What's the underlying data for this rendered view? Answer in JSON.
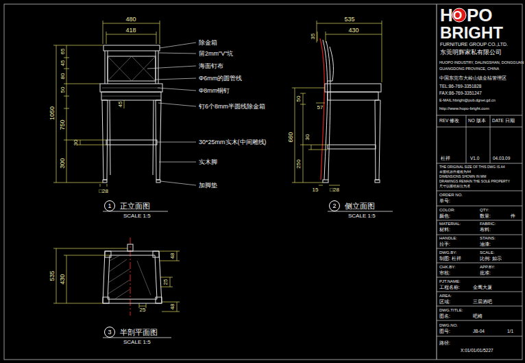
{
  "diagram": {
    "nodes": [
      {
        "text": [
          "1"
        ]
      },
      {
        "text": [
          "2"
        ]
      },
      {
        "text": [
          "3"
        ]
      }
    ],
    "labels": [
      "480",
      "418",
      "65",
      "45",
      "80",
      "50",
      "1050",
      "750",
      "300",
      "30",
      "45",
      "□28",
      "除金箱",
      "留2mm\"V\"坑",
      "海面钉布",
      "Φ6mm的圆管线",
      "Φ8mm铜钉",
      "钉6个8mm半圆线除金箱",
      "30*25mm实木(中间雕线)",
      "实木脚",
      "加脚垫",
      "正立面图",
      "SCALE 1:5",
      "535",
      "430",
      "35",
      "50",
      "57",
      "660",
      "250",
      "30",
      "15",
      "□28",
      "侧立面图",
      "SCALE 1:5",
      "535",
      "430",
      "48",
      "25",
      "25",
      "48",
      "半剖平面图",
      "SCALE 1:5",
      "H",
      "O",
      "PO",
      "BRIGHT",
      "FURNITURE GROUP CO.,LTD.",
      "东莞明辉家私有限公司",
      "HUOPO INDUSTRY, DALINGSHAN, DONGGUAN",
      "GUANGDONG PROVINCE, CHINA",
      "中国东莞市大岭山镇金桔管理区",
      "TEL:86-769-3351828",
      "FAX:86-769-3351247",
      "E-MAIL:hbright@pub.dgnet.gd.cn",
      "http://www.hopo-bright.com",
      "REV 修改",
      "NO 版本",
      "DATE 日期",
      "杜祥",
      "V1.0",
      "04.03.09",
      "THE ORIGINAL SIZE OF THIS DWG IS A4",
      "本图纸原件规格为A4",
      "DIMENSIONS SHOWN IN MM",
      "DRAWINGS REMAIN THE SOLE PROPERTY",
      "尺寸以图纸标注为准",
      "ORDER NO.",
      "单号:",
      "COLOR:",
      "QTY:",
      "颜色:",
      "数量:",
      "件",
      "MATERIAL:",
      "FABRIC:",
      "材料:",
      "布料:",
      "HANDLE:",
      "STAINS:",
      "拉手:",
      "油漆:",
      "DWG.BY:",
      "SCALE:",
      "制图: 杜祥",
      "比例: 如示",
      "CHK.BY:",
      "APP.BY:",
      "审核:",
      "批准:",
      "PJT.NAME:",
      "工程名称:",
      "金鹰大厦",
      "AREA:",
      "区域:",
      "三层酒吧",
      "DWG.TITLE:",
      "图名:",
      "吧椅",
      "DWG.NO.",
      "图号:",
      "JB-04",
      "1/1",
      "路径:",
      "X:01/01/01/5227"
    ]
  }
}
